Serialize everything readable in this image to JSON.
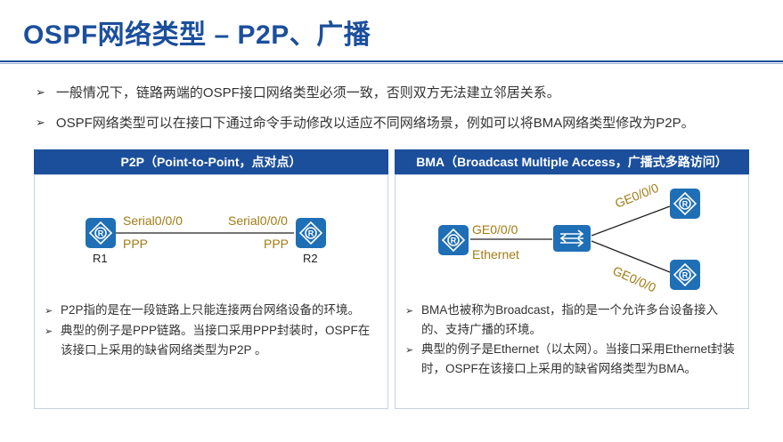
{
  "slide": {
    "title": "OSPF网络类型 – P2P、广播",
    "bullets": [
      "一般情况下，链路两端的OSPF接口网络类型必须一致，否则双方无法建立邻居关系。",
      "OSPF网络类型可以在接口下通过命令手动修改以适应不同网络场景，例如可以将BMA网络类型修改为P2P。"
    ],
    "arrow_glyph": "➢"
  },
  "left_panel": {
    "header": "P2P（Point-to-Point，点对点）",
    "r1_label": "R1",
    "r2_label": "R2",
    "r1_interface": "Serial0/0/0",
    "r2_interface": "Serial0/0/0",
    "r1_protocol": "PPP",
    "r2_protocol": "PPP",
    "bullets": [
      "P2P指的是在一段链路上只能连接两台网络设备的环境。",
      "典型的例子是PPP链路。当接口采用PPP封装时，OSPF在该接口上采用的缺省网络类型为P2P 。"
    ]
  },
  "right_panel": {
    "header": "BMA（Broadcast Multiple Access，广播式多路访问）",
    "left_interface": "GE0/0/0",
    "left_media": "Ethernet",
    "top_interface": "GE0/0/0",
    "bottom_interface": "GE0/0/0",
    "bullets": [
      "BMA也被称为Broadcast，指的是一个允许多台设备接入的、支持广播的环境。",
      "典型的例子是Ethernet（以太网）。当接口采用Ethernet封装时，OSPF在该接口上采用的缺省网络类型为BMA。"
    ]
  },
  "colors": {
    "brand_blue": "#1b4f9c",
    "device_blue": "#1f6fb6",
    "label_gold": "#a07b14"
  },
  "icons": [
    "router-icon",
    "switch-icon",
    "bullet-arrow-icon"
  ]
}
